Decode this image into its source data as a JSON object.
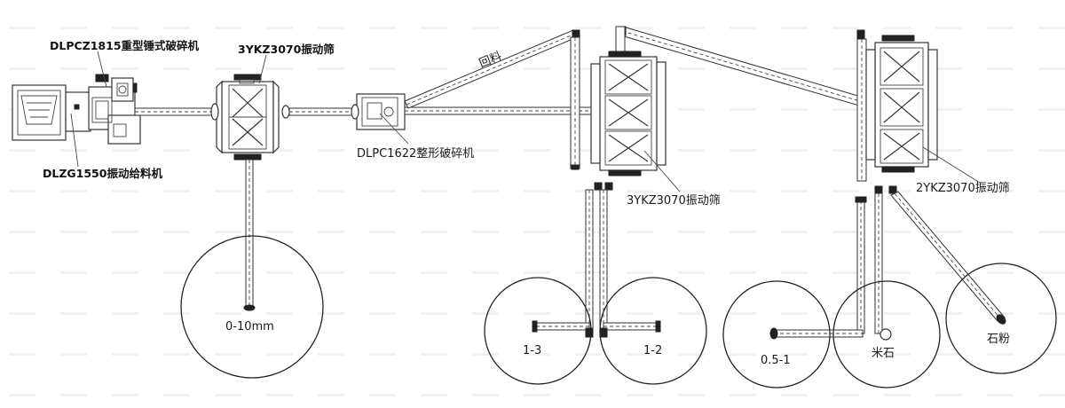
{
  "equipment": {
    "feeder_label": "DLZG1550振动给料机",
    "crusher_heavy_label": "DLPCZ1815重型锤式破碎机",
    "screen1_label": "3YKZ3070振动筛",
    "shaping_crusher_label": "DLPC1622整形破碎机",
    "screen2_label": "3YKZ3070振动筛",
    "screen3_label": "2YKZ3070振动筛",
    "return_label": "回料"
  },
  "piles": {
    "p1_label": "0-10mm",
    "p2_label": "1-3",
    "p3_label": "1-2",
    "p4_label": "0.5-1",
    "p5_label": "米石",
    "p6_label": "石粉"
  }
}
